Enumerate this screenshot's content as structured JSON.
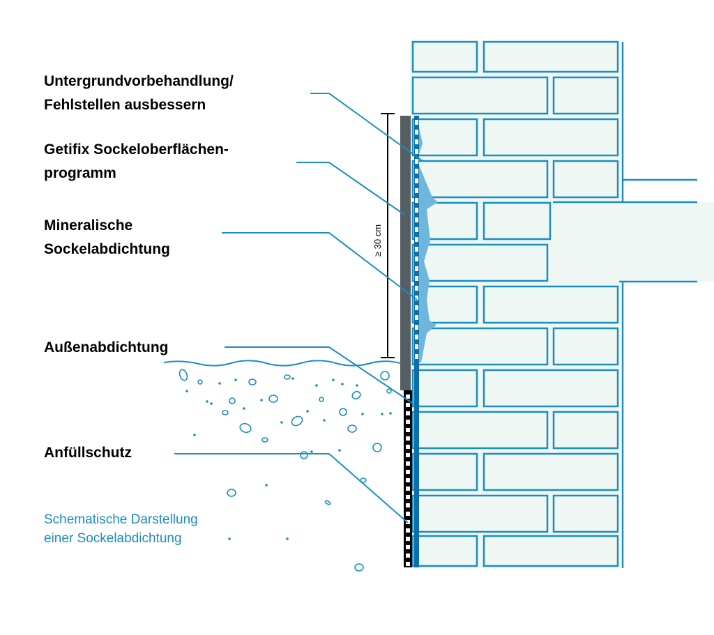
{
  "labels": {
    "untergrund_line1": "Untergrundvorbehandlung/",
    "untergrund_line2": "Fehlstellen ausbessern",
    "getifix_line1": "Getifix Sockeloberflächen-",
    "getifix_line2": "programm",
    "mineral_line1": "Mineralische",
    "mineral_line2": "Sockelabdichtung",
    "aussen": "Außenabdichtung",
    "anfuell": "Anfüllschutz"
  },
  "caption": {
    "line1": "Schematische Darstellung",
    "line2": "einer Sockelabdichtung"
  },
  "dimension": "≥ 30 cm",
  "colors": {
    "brick_fill": "#eff7f5",
    "brick_stroke": "#1a8ec0",
    "label_text": "#000000",
    "caption_text": "#1a8ec0",
    "leader_line": "#1a8ec0",
    "plinth_plaster": "#555f63",
    "sealing_layer": "#6fb6dc",
    "outer_sealing": "#0e6fa8",
    "protection_board": "#000000"
  }
}
